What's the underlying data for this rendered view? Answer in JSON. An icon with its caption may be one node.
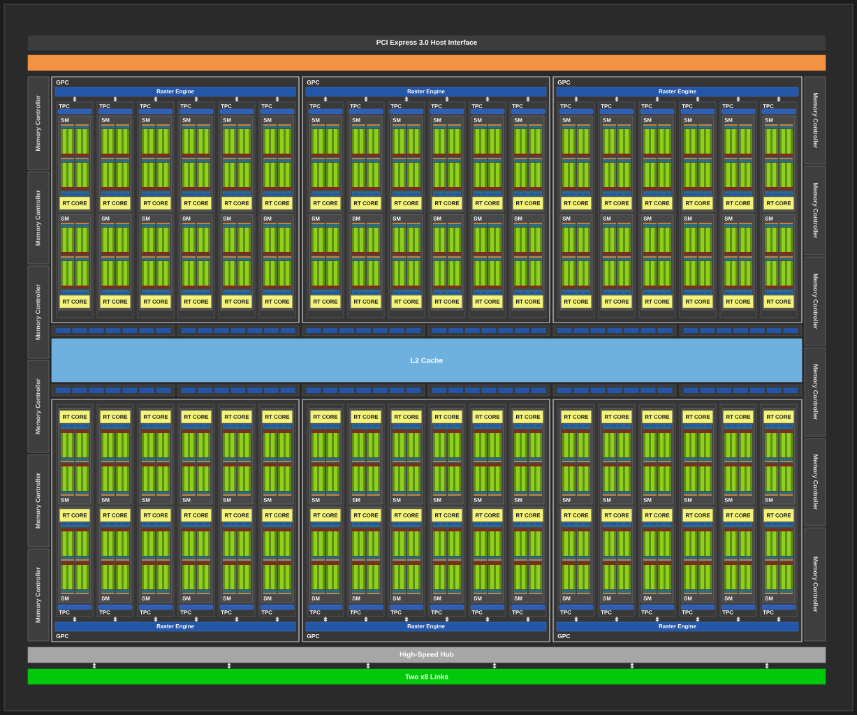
{
  "diagram": {
    "nodes": [
      {
        "text": [
          "PCI Express 3.0 Host Interface"
        ]
      },
      {
        "text": [],
        "shape": "box"
      },
      {
        "text": [
          "Memory Controller"
        ]
      },
      {
        "text": [
          "Memory Controller"
        ]
      },
      {
        "text": [
          "Memory Controller"
        ]
      },
      {
        "text": [
          "Memory Controller"
        ]
      },
      {
        "text": [
          "Memory Controller"
        ]
      },
      {
        "text": [
          "Memory Controller"
        ]
      },
      {
        "text": [
          "Memory Controller"
        ]
      },
      {
        "text": [
          "Memory Controller"
        ]
      },
      {
        "text": [
          "Memory Controller"
        ]
      },
      {
        "text": [
          "Memory Controller"
        ]
      },
      {
        "text": [
          "Memory Controller"
        ]
      },
      {
        "text": [
          "Memory Controller"
        ]
      },
      {
        "text": [
          "GPC"
        ]
      },
      {
        "text": [
          "Raster Engine"
        ],
        "in": 14
      },
      {
        "text": [
          "TPC"
        ],
        "in": 14
      },
      {
        "text": [],
        "shape": "bar",
        "in": 16
      },
      {
        "text": [
          "SM"
        ],
        "in": 16
      },
      {
        "text": [
          "RT CORE"
        ],
        "in": 18
      },
      {
        "text": [
          "SM"
        ],
        "in": 16
      },
      {
        "text": [
          "RT CORE"
        ],
        "in": 20
      },
      {
        "text": [
          "TPC"
        ],
        "in": 14
      },
      {
        "text": [],
        "shape": "bar",
        "in": 22
      },
      {
        "text": [
          "SM"
        ],
        "in": 22
      },
      {
        "text": [
          "RT CORE"
        ],
        "in": 24
      },
      {
        "text": [
          "SM"
        ],
        "in": 22
      },
      {
        "text": [
          "RT CORE"
        ],
        "in": 26
      },
      {
        "text": [
          "TPC"
        ],
        "in": 14
      },
      {
        "text": [],
        "shape": "bar",
        "in": 28
      },
      {
        "text": [
          "SM"
        ],
        "in": 28
      },
      {
        "text": [
          "RT CORE"
        ],
        "in": 30
      },
      {
        "text": [
          "SM"
        ],
        "in": 28
      },
      {
        "text": [
          "RT CORE"
        ],
        "in": 32
      },
      {
        "text": [
          "TPC"
        ],
        "in": 14
      },
      {
        "text": [],
        "shape": "bar",
        "in": 34
      },
      {
        "text": [
          "SM"
        ],
        "in": 34
      },
      {
        "text": [
          "RT CORE"
        ],
        "in": 36
      },
      {
        "text": [
          "SM"
        ],
        "in": 34
      },
      {
        "text": [
          "RT CORE"
        ],
        "in": 38
      },
      {
        "text": [
          "TPC"
        ],
        "in": 14
      },
      {
        "text": [],
        "shape": "bar",
        "in": 40
      },
      {
        "text": [
          "SM"
        ],
        "in": 40
      },
      {
        "text": [
          "RT CORE"
        ],
        "in": 42
      },
      {
        "text": [
          "SM"
        ],
        "in": 40
      },
      {
        "text": [
          "RT CORE"
        ],
        "in": 44
      },
      {
        "text": [
          "TPC"
        ],
        "in": 14
      },
      {
        "text": [],
        "shape": "bar",
        "in": 46
      },
      {
        "text": [
          "SM"
        ],
        "in": 46
      },
      {
        "text": [
          "RT CORE"
        ],
        "in": 48
      },
      {
        "text": [
          "SM"
        ],
        "in": 46
      },
      {
        "text": [
          "RT CORE"
        ],
        "in": 50
      },
      {
        "text": [
          "GPC"
        ]
      },
      {
        "text": [
          "Raster Engine"
        ],
        "in": 52
      },
      {
        "text": [
          "TPC"
        ],
        "in": 52
      },
      {
        "text": [],
        "shape": "bar",
        "in": 54
      },
      {
        "text": [
          "SM"
        ],
        "in": 54
      },
      {
        "text": [
          "RT CORE"
        ],
        "in": 56
      },
      {
        "text": [
          "SM"
        ],
        "in": 54
      },
      {
        "text": [
          "RT CORE"
        ],
        "in": 58
      },
      {
        "text": [
          "TPC"
        ],
        "in": 52
      },
      {
        "text": [],
        "shape": "bar",
        "in": 60
      },
      {
        "text": [
          "SM"
        ],
        "in": 60
      },
      {
        "text": [
          "RT CORE"
        ],
        "in": 62
      },
      {
        "text": [
          "SM"
        ],
        "in": 60
      },
      {
        "text": [
          "RT CORE"
        ],
        "in": 64
      },
      {
        "text": [
          "TPC"
        ],
        "in": 52
      },
      {
        "text": [],
        "shape": "bar",
        "in": 66
      },
      {
        "text": [
          "SM"
        ],
        "in": 66
      },
      {
        "text": [
          "RT CORE"
        ],
        "in": 68
      },
      {
        "text": [
          "SM"
        ],
        "in": 66
      },
      {
        "text": [
          "RT CORE"
        ],
        "in": 70
      },
      {
        "text": [
          "TPC"
        ],
        "in": 52
      },
      {
        "text": [],
        "shape": "bar",
        "in": 72
      },
      {
        "text": [
          "SM"
        ],
        "in": 72
      },
      {
        "text": [
          "RT CORE"
        ],
        "in": 74
      },
      {
        "text": [
          "SM"
        ],
        "in": 72
      },
      {
        "text": [
          "RT CORE"
        ],
        "in": 76
      },
      {
        "text": [
          "TPC"
        ],
        "in": 52
      },
      {
        "text": [],
        "shape": "bar",
        "in": 78
      },
      {
        "text": [
          "SM"
        ],
        "in": 78
      },
      {
        "text": [
          "RT CORE"
        ],
        "in": 80
      },
      {
        "text": [
          "SM"
        ],
        "in": 78
      },
      {
        "text": [
          "RT CORE"
        ],
        "in": 82
      },
      {
        "text": [
          "TPC"
        ],
        "in": 52
      },
      {
        "text": [],
        "shape": "bar",
        "in": 84
      },
      {
        "text": [
          "SM"
        ],
        "in": 84
      },
      {
        "text": [
          "RT CORE"
        ],
        "in": 86
      },
      {
        "text": [
          "SM"
        ],
        "in": 84
      },
      {
        "text": [
          "RT CORE"
        ],
        "in": 88
      },
      {
        "text": [
          "GPC"
        ]
      },
      {
        "text": [
          "Raster Engine"
        ],
        "in": 90
      },
      {
        "text": [
          "TPC"
        ],
        "in": 90
      },
      {
        "text": [],
        "shape": "bar",
        "in": 92
      },
      {
        "text": [
          "SM"
        ],
        "in": 92
      },
      {
        "text": [
          "RT CORE"
        ],
        "in": 94
      },
      {
        "text": [
          "SM"
        ],
        "in": 92
      },
      {
        "text": [
          "RT CORE"
        ],
        "in": 96
      },
      {
        "text": [
          "TPC"
        ],
        "in": 90
      },
      {
        "text": [],
        "shape": "bar",
        "in": 98
      },
      {
        "text": [
          "SM"
        ],
        "in": 98
      },
      {
        "text": [
          "RT CORE"
        ],
        "in": 100
      },
      {
        "text": [
          "SM"
        ],
        "in": 98
      },
      {
        "text": [
          "RT CORE"
        ],
        "in": 102
      },
      {
        "text": [
          "TPC"
        ],
        "in": 90
      },
      {
        "text": [],
        "shape": "bar",
        "in": 104
      },
      {
        "text": [
          "SM"
        ],
        "in": 104
      },
      {
        "text": [
          "RT CORE"
        ],
        "in": 106
      },
      {
        "text": [
          "SM"
        ],
        "in": 104
      },
      {
        "text": [
          "RT CORE"
        ],
        "in": 108
      },
      {
        "text": [
          "TPC"
        ],
        "in": 90
      },
      {
        "text": [],
        "shape": "bar",
        "in": 110
      },
      {
        "text": [
          "SM"
        ],
        "in": 110
      },
      {
        "text": [
          "RT CORE"
        ],
        "in": 112
      },
      {
        "text": [
          "SM"
        ],
        "in": 110
      },
      {
        "text": [
          "RT CORE"
        ],
        "in": 114
      },
      {
        "text": [
          "TPC"
        ],
        "in": 90
      },
      {
        "text": [],
        "shape": "bar",
        "in": 116
      },
      {
        "text": [
          "SM"
        ],
        "in": 116
      },
      {
        "text": [
          "RT CORE"
        ],
        "in": 118
      },
      {
        "text": [
          "SM"
        ],
        "in": 116
      },
      {
        "text": [
          "RT CORE"
        ],
        "in": 120
      },
      {
        "text": [
          "TPC"
        ],
        "in": 90
      },
      {
        "text": [],
        "shape": "bar",
        "in": 122
      },
      {
        "text": [
          "SM"
        ],
        "in": 122
      },
      {
        "text": [
          "RT CORE"
        ],
        "in": 124
      },
      {
        "text": [
          "SM"
        ],
        "in": 122
      },
      {
        "text": [
          "RT CORE"
        ],
        "in": 126
      },
      {
        "text": [
          "L2 Cache"
        ]
      },
      {
        "text": [
          "GPC"
        ]
      },
      {
        "text": [
          "Raster Engine"
        ],
        "in": 129
      },
      {
        "text": [
          "TPC"
        ],
        "in": 129
      },
      {
        "text": [],
        "shape": "bar",
        "in": 131
      },
      {
        "text": [
          "SM"
        ],
        "in": 131
      },
      {
        "text": [
          "RT CORE"
        ],
        "in": 133
      },
      {
        "text": [
          "SM"
        ],
        "in": 131
      },
      {
        "text": [
          "RT CORE"
        ],
        "in": 135
      },
      {
        "text": [
          "TPC"
        ],
        "in": 129
      },
      {
        "text": [],
        "shape": "bar",
        "in": 137
      },
      {
        "text": [
          "SM"
        ],
        "in": 137
      },
      {
        "text": [
          "RT CORE"
        ],
        "in": 139
      },
      {
        "text": [
          "SM"
        ],
        "in": 137
      },
      {
        "text": [
          "RT CORE"
        ],
        "in": 141
      },
      {
        "text": [
          "TPC"
        ],
        "in": 129
      },
      {
        "text": [],
        "shape": "bar",
        "in": 143
      },
      {
        "text": [
          "SM"
        ],
        "in": 143
      },
      {
        "text": [
          "RT CORE"
        ],
        "in": 145
      },
      {
        "text": [
          "SM"
        ],
        "in": 143
      },
      {
        "text": [
          "RT CORE"
        ],
        "in": 147
      },
      {
        "text": [
          "TPC"
        ],
        "in": 129
      },
      {
        "text": [],
        "shape": "bar",
        "in": 149
      },
      {
        "text": [
          "SM"
        ],
        "in": 149
      },
      {
        "text": [
          "RT CORE"
        ],
        "in": 151
      },
      {
        "text": [
          "SM"
        ],
        "in": 149
      },
      {
        "text": [
          "RT CORE"
        ],
        "in": 153
      },
      {
        "text": [
          "TPC"
        ],
        "in": 129
      },
      {
        "text": [],
        "shape": "bar",
        "in": 155
      },
      {
        "text": [
          "SM"
        ],
        "in": 155
      },
      {
        "text": [
          "RT CORE"
        ],
        "in": 157
      },
      {
        "text": [
          "SM"
        ],
        "in": 155
      },
      {
        "text": [
          "RT CORE"
        ],
        "in": 159
      },
      {
        "text": [
          "TPC"
        ],
        "in": 129
      },
      {
        "text": [],
        "shape": "bar",
        "in": 161
      },
      {
        "text": [
          "SM"
        ],
        "in": 161
      },
      {
        "text": [
          "RT CORE"
        ],
        "in": 163
      },
      {
        "text": [
          "SM"
        ],
        "in": 161
      },
      {
        "text": [
          "RT CORE"
        ],
        "in": 165
      },
      {
        "text": [
          "GPC"
        ]
      },
      {
        "text": [
          "Raster Engine"
        ],
        "in": 167
      },
      {
        "text": [
          "TPC"
        ],
        "in": 167
      },
      {
        "text": [],
        "shape": "bar",
        "in": 169
      },
      {
        "text": [
          "SM"
        ],
        "in": 169
      },
      {
        "text": [
          "RT CORE"
        ],
        "in": 171
      },
      {
        "text": [
          "SM"
        ],
        "in": 169
      },
      {
        "text": [
          "RT CORE"
        ],
        "in": 173
      },
      {
        "text": [
          "TPC"
        ],
        "in": 167
      },
      {
        "text": [],
        "shape": "bar",
        "in": 175
      },
      {
        "text": [
          "SM"
        ],
        "in": 175
      },
      {
        "text": [
          "RT CORE"
        ],
        "in": 177
      },
      {
        "text": [
          "SM"
        ],
        "in": 175
      },
      {
        "text": [
          "RT CORE"
        ],
        "in": 179
      },
      {
        "text": [
          "TPC"
        ],
        "in": 167
      },
      {
        "text": [],
        "shape": "bar",
        "in": 181
      },
      {
        "text": [
          "SM"
        ],
        "in": 181
      },
      {
        "text": [
          "RT CORE"
        ],
        "in": 183
      },
      {
        "text": [
          "SM"
        ],
        "in": 181
      },
      {
        "text": [
          "RT CORE"
        ],
        "in": 185
      },
      {
        "text": [
          "TPC"
        ],
        "in": 167
      },
      {
        "text": [],
        "shape": "bar",
        "in": 187
      },
      {
        "text": [
          "SM"
        ],
        "in": 187
      },
      {
        "text": [
          "RT CORE"
        ],
        "in": 189
      },
      {
        "text": [
          "SM"
        ],
        "in": 187
      },
      {
        "text": [
          "RT CORE"
        ],
        "in": 191
      },
      {
        "text": [
          "TPC"
        ],
        "in": 167
      },
      {
        "text": [],
        "shape": "bar",
        "in": 193
      },
      {
        "text": [
          "SM"
        ],
        "in": 193
      },
      {
        "text": [
          "RT CORE"
        ],
        "in": 195
      },
      {
        "text": [
          "SM"
        ],
        "in": 193
      },
      {
        "text": [
          "RT CORE"
        ],
        "in": 197
      },
      {
        "text": [
          "TPC"
        ],
        "in": 167
      },
      {
        "text": [],
        "shape": "bar",
        "in": 199
      },
      {
        "text": [
          "SM"
        ],
        "in": 199
      },
      {
        "text": [
          "RT CORE"
        ],
        "in": 201
      },
      {
        "text": [
          "SM"
        ],
        "in": 199
      },
      {
        "text": [
          "RT CORE"
        ],
        "in": 203
      },
      {
        "text": [
          "GPC"
        ]
      },
      {
        "text": [
          "Raster Engine"
        ],
        "in": 205
      },
      {
        "text": [
          "TPC"
        ],
        "in": 205
      },
      {
        "text": [],
        "shape": "bar",
        "in": 207
      },
      {
        "text": [
          "SM"
        ],
        "in": 207
      },
      {
        "text": [
          "RT CORE"
        ],
        "in": 209
      },
      {
        "text": [
          "SM"
        ],
        "in": 207
      },
      {
        "text": [
          "RT CORE"
        ],
        "in": 211
      },
      {
        "text": [
          "TPC"
        ],
        "in": 205
      },
      {
        "text": [],
        "shape": "bar",
        "in": 213
      },
      {
        "text": [
          "SM"
        ],
        "in": 213
      },
      {
        "text": [
          "RT CORE"
        ],
        "in": 215
      },
      {
        "text": [
          "SM"
        ],
        "in": 213
      },
      {
        "text": [
          "RT CORE"
        ],
        "in": 217
      },
      {
        "text": [
          "TPC"
        ],
        "in": 205
      },
      {
        "text": [],
        "shape": "bar",
        "in": 219
      },
      {
        "text": [
          "SM"
        ],
        "in": 219
      },
      {
        "text": [
          "RT CORE"
        ],
        "in": 221
      },
      {
        "text": [
          "SM"
        ],
        "in": 219
      },
      {
        "text": [
          "RT CORE"
        ],
        "in": 223
      },
      {
        "text": [
          "TPC"
        ],
        "in": 205
      },
      {
        "text": [],
        "shape": "bar",
        "in": 225
      },
      {
        "text": [
          "SM"
        ],
        "in": 225
      },
      {
        "text": [
          "RT CORE"
        ],
        "in": 227
      },
      {
        "text": [
          "SM"
        ],
        "in": 225
      },
      {
        "text": [
          "RT CORE"
        ],
        "in": 229
      },
      {
        "text": [
          "TPC"
        ],
        "in": 205
      },
      {
        "text": [],
        "shape": "bar",
        "in": 231
      },
      {
        "text": [
          "SM"
        ],
        "in": 231
      },
      {
        "text": [
          "RT CORE"
        ],
        "in": 233
      },
      {
        "text": [
          "SM"
        ],
        "in": 231
      },
      {
        "text": [
          "RT CORE"
        ],
        "in": 235
      },
      {
        "text": [
          "TPC"
        ],
        "in": 205
      },
      {
        "text": [],
        "shape": "bar",
        "in": 237
      },
      {
        "text": [
          "SM"
        ],
        "in": 237
      },
      {
        "text": [
          "RT CORE"
        ],
        "in": 239
      },
      {
        "text": [
          "SM"
        ],
        "in": 237
      },
      {
        "text": [
          "RT CORE"
        ],
        "in": 241
      },
      {
        "text": [
          "High-Speed Hub"
        ]
      },
      {
        "text": [
          "Two x8 Links"
        ]
      }
    ],
    "edges": [
      {
        "from": 15,
        "to": 16,
        "arrow": "both"
      },
      {
        "from": 15,
        "to": 22,
        "arrow": "both"
      },
      {
        "from": 15,
        "to": 28,
        "arrow": "both"
      },
      {
        "from": 15,
        "to": 34,
        "arrow": "both"
      },
      {
        "from": 15,
        "to": 40,
        "arrow": "both"
      },
      {
        "from": 15,
        "to": 46,
        "arrow": "both"
      },
      {
        "from": 53,
        "to": 54,
        "arrow": "both"
      },
      {
        "from": 53,
        "to": 60,
        "arrow": "both"
      },
      {
        "from": 53,
        "to": 66,
        "arrow": "both"
      },
      {
        "from": 53,
        "to": 72,
        "arrow": "both"
      },
      {
        "from": 53,
        "to": 78,
        "arrow": "both"
      },
      {
        "from": 53,
        "to": 84,
        "arrow": "both"
      },
      {
        "from": 91,
        "to": 92,
        "arrow": "both"
      },
      {
        "from": 91,
        "to": 98,
        "arrow": "both"
      },
      {
        "from": 91,
        "to": 104,
        "arrow": "both"
      },
      {
        "from": 91,
        "to": 110,
        "arrow": "both"
      },
      {
        "from": 91,
        "to": 116,
        "arrow": "both"
      },
      {
        "from": 91,
        "to": 122,
        "arrow": "both"
      },
      {
        "from": 130,
        "to": 131,
        "arrow": "both"
      },
      {
        "from": 130,
        "to": 137,
        "arrow": "both"
      },
      {
        "from": 130,
        "to": 143,
        "arrow": "both"
      },
      {
        "from": 130,
        "to": 149,
        "arrow": "both"
      },
      {
        "from": 130,
        "to": 155,
        "arrow": "both"
      },
      {
        "from": 130,
        "to": 161,
        "arrow": "both"
      },
      {
        "from": 168,
        "to": 169,
        "arrow": "both"
      },
      {
        "from": 168,
        "to": 175,
        "arrow": "both"
      },
      {
        "from": 168,
        "to": 181,
        "arrow": "both"
      },
      {
        "from": 168,
        "to": 187,
        "arrow": "both"
      },
      {
        "from": 168,
        "to": 193,
        "arrow": "both"
      },
      {
        "from": 168,
        "to": 199,
        "arrow": "both"
      },
      {
        "from": 206,
        "to": 207,
        "arrow": "both"
      },
      {
        "from": 206,
        "to": 213,
        "arrow": "both"
      },
      {
        "from": 206,
        "to": 219,
        "arrow": "both"
      },
      {
        "from": 206,
        "to": 225,
        "arrow": "both"
      },
      {
        "from": 206,
        "to": 231,
        "arrow": "both"
      },
      {
        "from": 206,
        "to": 237,
        "arrow": "both"
      },
      {
        "from": 243,
        "to": 244,
        "arrow": "both"
      },
      {
        "from": 243,
        "to": 244,
        "arrow": "both"
      },
      {
        "from": 243,
        "to": 244,
        "arrow": "both"
      },
      {
        "from": 243,
        "to": 244,
        "arrow": "both"
      },
      {
        "from": 243,
        "to": 244,
        "arrow": "both"
      },
      {
        "from": 243,
        "to": 244,
        "arrow": "both"
      }
    ]
  }
}
